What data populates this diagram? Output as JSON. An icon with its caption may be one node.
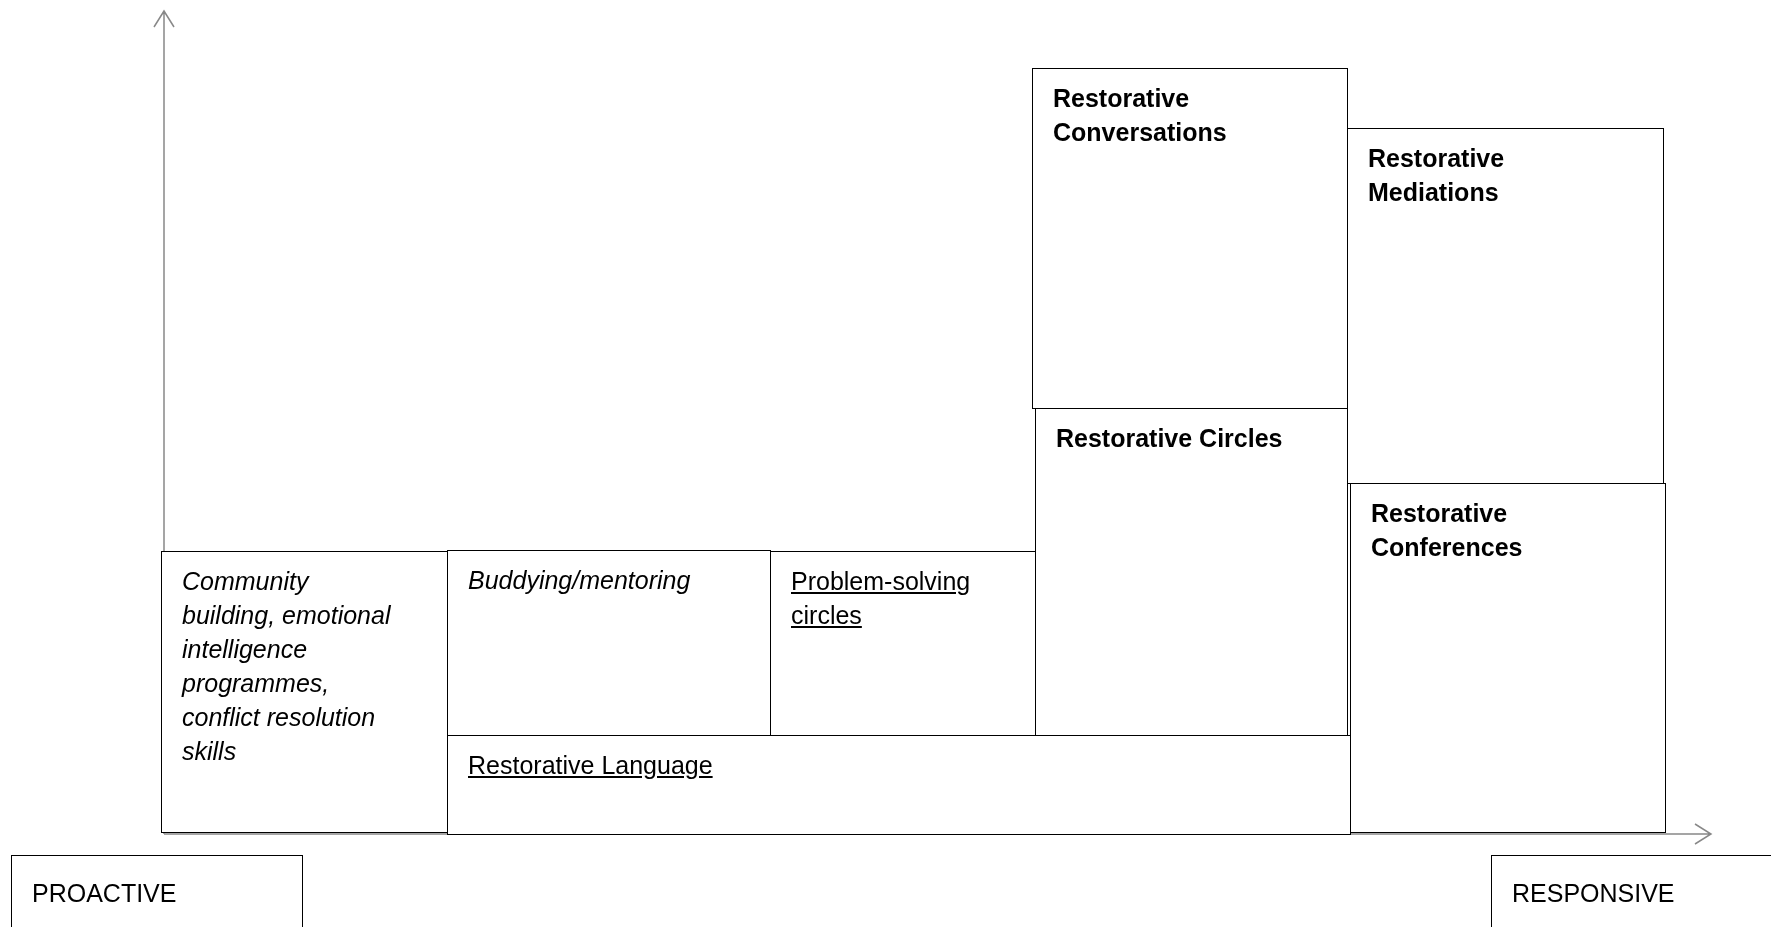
{
  "diagram": {
    "nodes": [
      {
        "text": [
          "Community building, emotional intelligence programmes, conflict resolution skills"
        ]
      },
      {
        "text": [
          "Buddying/mentoring"
        ]
      },
      {
        "text": [
          "Problem-solving circles"
        ]
      },
      {
        "text": [
          "Restorative Language"
        ]
      },
      {
        "text": [
          "Restorative Conversations"
        ]
      },
      {
        "text": [
          "Restorative Circles"
        ]
      },
      {
        "text": [
          "Restorative Mediations"
        ]
      },
      {
        "text": [
          "Restorative Conferences"
        ]
      },
      {
        "text": [
          "PROACTIVE"
        ]
      },
      {
        "text": [
          "RESPONSIVE"
        ]
      }
    ],
    "edges": []
  }
}
